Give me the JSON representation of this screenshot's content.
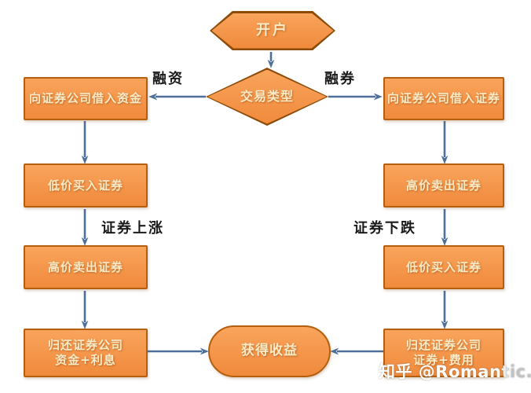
{
  "colors": {
    "box-fill-top": "#F9A45C",
    "box-fill-bottom": "#F08A3C",
    "box-border": "#B45F0D",
    "shape-border": "#8C4B08",
    "arrow": "#4E6F99",
    "box-text": "#FAEBC8",
    "label-text": "#1A1A1A",
    "watermark-main": "#FFFFFF",
    "watermark-tail": "#C2C2C2"
  },
  "diagram": {
    "start": {
      "label": "开户"
    },
    "decision": {
      "label": "交易类型"
    },
    "branch_labels": {
      "left": "融资",
      "right": "融券"
    },
    "left_column": {
      "step1": "向证券公司借入资金",
      "step2": "低价买入证券",
      "condition": "证券上涨",
      "step3": "高价卖出证券",
      "step4_line1": "归还证券公司",
      "step4_line2": "资金+利息"
    },
    "right_column": {
      "step1": "向证券公司借入证券",
      "step2": "高价卖出证券",
      "condition": "证券下跌",
      "step3": "低价买入证券",
      "step4_line1": "归还证券公司",
      "step4_line2": "证券+费用"
    },
    "end": {
      "label": "获得收益"
    },
    "watermark": "知乎 @Romantic."
  }
}
